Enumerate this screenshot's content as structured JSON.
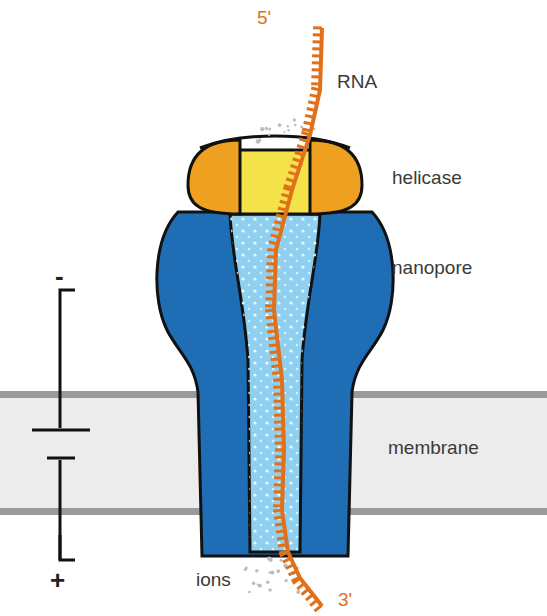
{
  "diagram": {
    "labels": [
      "5'",
      "RNA",
      "helicase",
      "nanopore",
      "membrane",
      "ions",
      "3'",
      "-",
      "+"
    ]
  }
}
